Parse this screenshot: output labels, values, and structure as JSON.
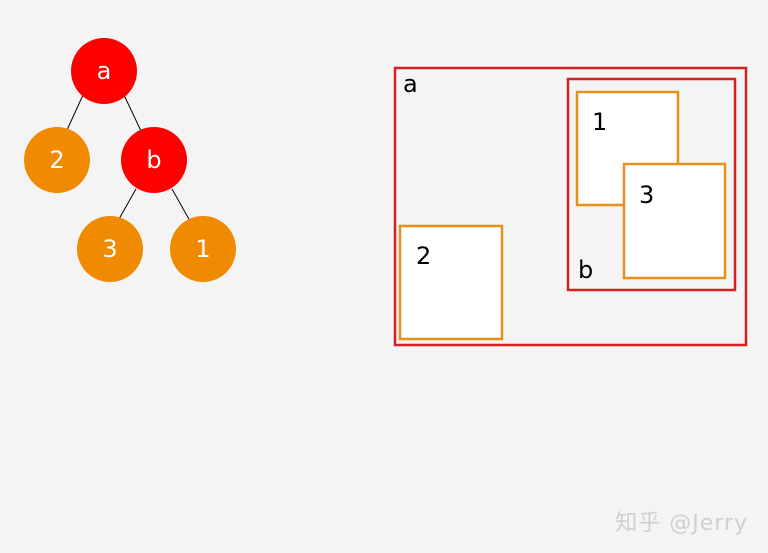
{
  "colors": {
    "background": "#f4f4f4",
    "parent_node": "#ff0000",
    "leaf_node": "#f08a00",
    "edge": "#000000",
    "container_border": "#d42020",
    "child_border": "#e8901c",
    "child_fill": "#ffffff",
    "watermark": "#d0d0d0"
  },
  "tree": {
    "nodes": {
      "a": "a",
      "b": "b",
      "n2": "2",
      "n3": "3",
      "n1": "1"
    }
  },
  "boxes": {
    "outer_label": "a",
    "inner_label": "b",
    "box1_label": "1",
    "box2_label": "2",
    "box3_label": "3"
  },
  "watermark": "知乎 @Jerry"
}
